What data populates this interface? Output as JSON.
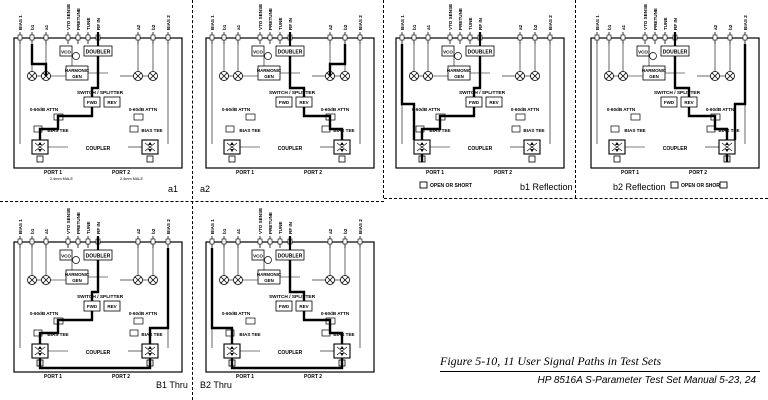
{
  "diagram_labels": {
    "top_lines": [
      "BIAS 1",
      "b1",
      "a1",
      "VTO SENSE",
      "PRETUNE",
      "TUNE",
      "RF IN",
      "a2",
      "b2",
      "BIAS 2"
    ],
    "vco": "VCO",
    "doubler": "DOUBLER",
    "harmonic_gen": "HARMONIC GEN",
    "switch_splitter": "SWITCH / SPLITTER",
    "fwd": "FWD",
    "rev": "REV",
    "attn_left": "0-60dB ATTN",
    "attn_right": "0-60dB ATTN",
    "bias_tee": "BIAS TEE",
    "coupler": "COUPLER",
    "port1": "PORT 1",
    "port2": "PORT 2",
    "port_note": "2.4mm MALE",
    "open_or_short": "OPEN OR SHORT"
  },
  "panels": [
    {
      "caption": "a1"
    },
    {
      "caption": "a2"
    },
    {
      "caption": "b1 Reflection"
    },
    {
      "caption": "b2 Reflection"
    },
    {
      "caption": "B1 Thru"
    },
    {
      "caption": "B2 Thru"
    }
  ],
  "figure": {
    "title": "Figure 5-10, 11   User Signal Paths in Test Sets",
    "manual": "HP 8516A S-Parameter Test Set Manual   5-23, 24"
  }
}
